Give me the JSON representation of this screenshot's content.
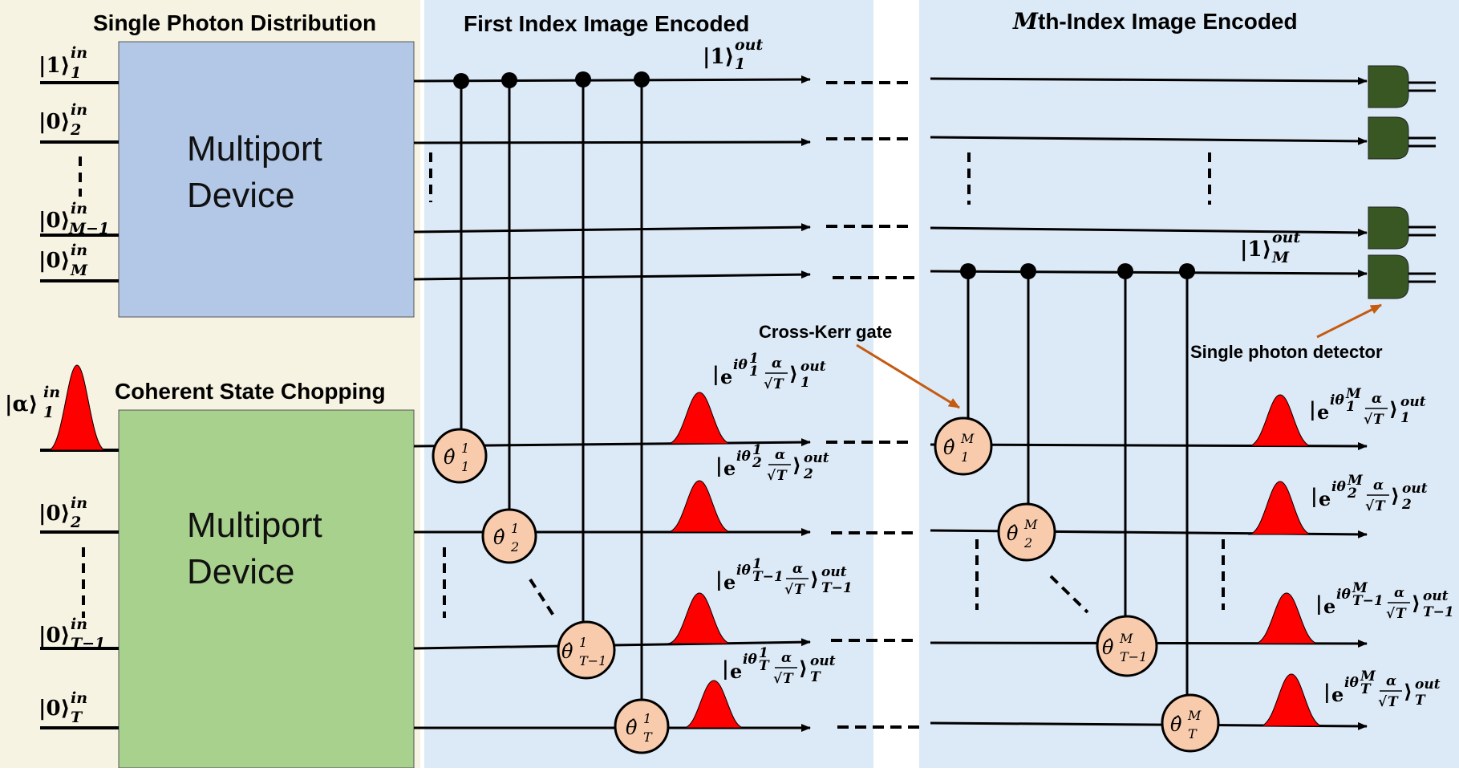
{
  "titles": {
    "single_photon": "Single Photon Distribution",
    "first_index": "First Index Image Encoded",
    "mth_index_italic": "M",
    "mth_index_rest": "th-Index Image Encoded",
    "coherent_chopping": "Coherent State Chopping"
  },
  "devices": {
    "top_line1": "Multiport",
    "top_line2": "Device",
    "bottom_line1": "Multiport",
    "bottom_line2": "Device"
  },
  "annotations": {
    "cross_kerr": "Cross-Kerr gate",
    "detector": "Single photon detector"
  },
  "input_kets": [
    {
      "ket": "|1⟩",
      "sup": "in",
      "sub": "1"
    },
    {
      "ket": "|0⟩",
      "sup": "in",
      "sub": "2"
    },
    {
      "ket": "|0⟩",
      "sup": "in",
      "sub": "M−1"
    },
    {
      "ket": "|0⟩",
      "sup": "in",
      "sub": "M"
    },
    {
      "ket": "|α⟩",
      "sup": "in",
      "sub": "1"
    },
    {
      "ket": "|0⟩",
      "sup": "in",
      "sub": "2"
    },
    {
      "ket": "|0⟩",
      "sup": "in",
      "sub": "T−1"
    },
    {
      "ket": "|0⟩",
      "sup": "in",
      "sub": "T"
    }
  ],
  "output_kets": [
    {
      "ket": "|1⟩",
      "sup": "out",
      "sub": "1"
    },
    {
      "ket": "|1⟩",
      "sup": "out",
      "sub": "M"
    }
  ],
  "gates_first": [
    {
      "sup": "1",
      "sub": "1"
    },
    {
      "sup": "1",
      "sub": "2"
    },
    {
      "sup": "1",
      "sub": "T−1"
    },
    {
      "sup": "1",
      "sub": "T"
    }
  ],
  "gates_mth": [
    {
      "sup": "M",
      "sub": "1"
    },
    {
      "sup": "M",
      "sub": "2"
    },
    {
      "sup": "M",
      "sub": "T−1"
    },
    {
      "sup": "M",
      "sub": "T"
    }
  ],
  "phase_labels_first": [
    {
      "idx": "1",
      "sub": "1",
      "out": "out",
      "osub": "1"
    },
    {
      "idx": "1",
      "sub": "2",
      "out": "out",
      "osub": "2"
    },
    {
      "idx": "1",
      "sub": "T−1",
      "out": "out",
      "osub": "T−1"
    },
    {
      "idx": "1",
      "sub": "T",
      "out": "out",
      "osub": "T"
    }
  ],
  "phase_labels_mth": [
    {
      "idx": "M",
      "sub": "1",
      "out": "out",
      "osub": "1"
    },
    {
      "idx": "M",
      "sub": "2",
      "out": "out",
      "osub": "2"
    },
    {
      "idx": "M",
      "sub": "T−1",
      "out": "out",
      "osub": "T−1"
    },
    {
      "idx": "M",
      "sub": "T",
      "out": "out",
      "osub": "T"
    }
  ],
  "phase_common": {
    "e": "e",
    "itheta": "iθ",
    "alpha": "α",
    "sqrt": "√",
    "T": "T"
  },
  "colors": {
    "left_bg": "#f7f3e3",
    "first_bg": "#dce9f6",
    "mth_bg": "#dce9f6",
    "top_device": "#b3c7e7",
    "bottom_device": "#a9d18e",
    "gate_fill": "#f8cbad",
    "pulse": "#ff0000",
    "detector": "#385723",
    "annotation_arrow": "#c55a11"
  }
}
